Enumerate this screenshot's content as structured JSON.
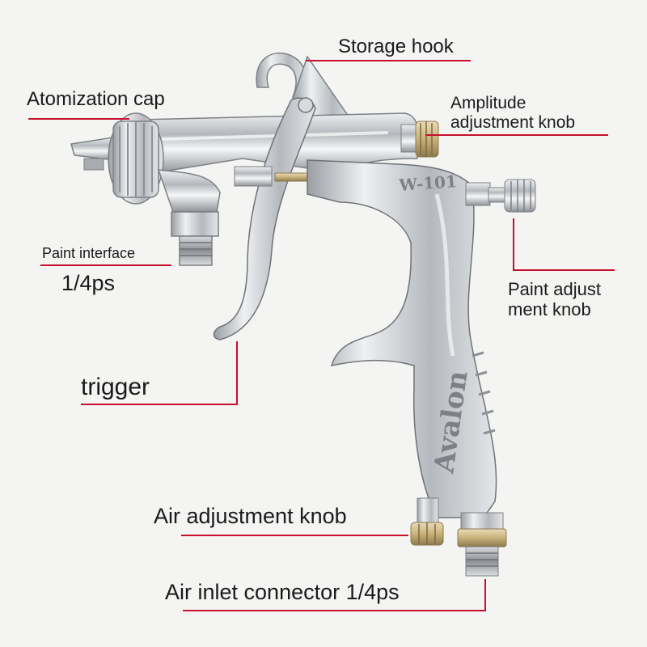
{
  "labels": {
    "storage_hook": "Storage hook",
    "atomization_cap": "Atomization cap",
    "amplitude_line1": "Amplitude",
    "amplitude_line2": "adjustment knob",
    "paint_interface": "Paint interface",
    "paint_interface_size": "1/4ps",
    "paint_adjust_line1": "Paint adjust",
    "paint_adjust_line2": "ment knob",
    "trigger": "trigger",
    "air_adjustment_knob": "Air adjustment knob",
    "air_inlet_connector": "Air inlet connector 1/4ps"
  },
  "product_marks": {
    "model": "W-101",
    "brand": "Avalon"
  },
  "colors": {
    "background": "#f4f4f3",
    "leader_line": "#c8102e",
    "label_text": "#1a1a1a",
    "body_metal": "#b9bcc1",
    "brass_knob": "#c9b27a"
  }
}
